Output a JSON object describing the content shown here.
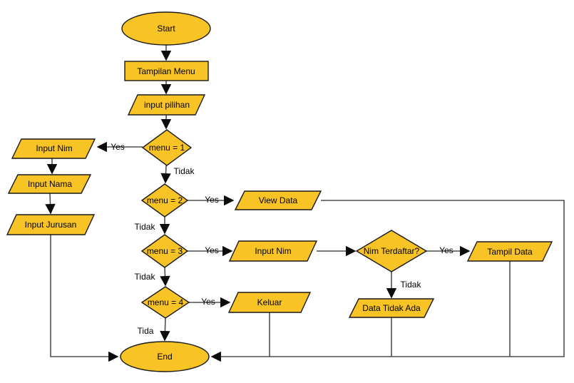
{
  "nodes": {
    "start": {
      "label": "Start",
      "shape": "ellipse"
    },
    "tampilan_menu": {
      "label": "Tampilan Menu",
      "shape": "rectangle"
    },
    "input_pilihan": {
      "label": "input pilihan",
      "shape": "parallelogram"
    },
    "menu1": {
      "label": "menu = 1",
      "shape": "diamond"
    },
    "input_nim_left": {
      "label": "Input Nim",
      "shape": "parallelogram"
    },
    "input_nama": {
      "label": "Input Nama",
      "shape": "parallelogram"
    },
    "input_jurusan": {
      "label": "Input Jurusan",
      "shape": "parallelogram"
    },
    "menu2": {
      "label": "menu = 2",
      "shape": "diamond"
    },
    "view_data": {
      "label": "View Data",
      "shape": "parallelogram"
    },
    "menu3": {
      "label": "menu = 3",
      "shape": "diamond"
    },
    "input_nim_mid": {
      "label": "Input Nim",
      "shape": "parallelogram"
    },
    "nim_terdaftar": {
      "label": "Nim Terdaftar?",
      "shape": "diamond"
    },
    "tampil_data": {
      "label": "Tampil Data",
      "shape": "parallelogram"
    },
    "menu4": {
      "label": "menu = 4",
      "shape": "diamond"
    },
    "keluar": {
      "label": "Keluar",
      "shape": "parallelogram"
    },
    "data_tidak_ada": {
      "label": "Data Tidak Ada",
      "shape": "parallelogram"
    },
    "end": {
      "label": "End",
      "shape": "ellipse"
    }
  },
  "edge_labels": {
    "menu1_yes": "Yes",
    "menu1_no": "Tidak",
    "menu2_yes": "Yes",
    "menu2_no": "Tidak",
    "menu3_yes": "Yes",
    "menu3_no": "Tidak",
    "menu4_yes": "Yes",
    "menu4_no": "Tida",
    "nim_yes": "Yes",
    "nim_no": "Tidak"
  },
  "colors": {
    "node_fill": "#f7c325",
    "node_stroke": "#1a1a1a",
    "line": "#4f4f4f",
    "arrowhead": "#0d0d0d",
    "text": "#000000",
    "background": "#ffffff"
  }
}
